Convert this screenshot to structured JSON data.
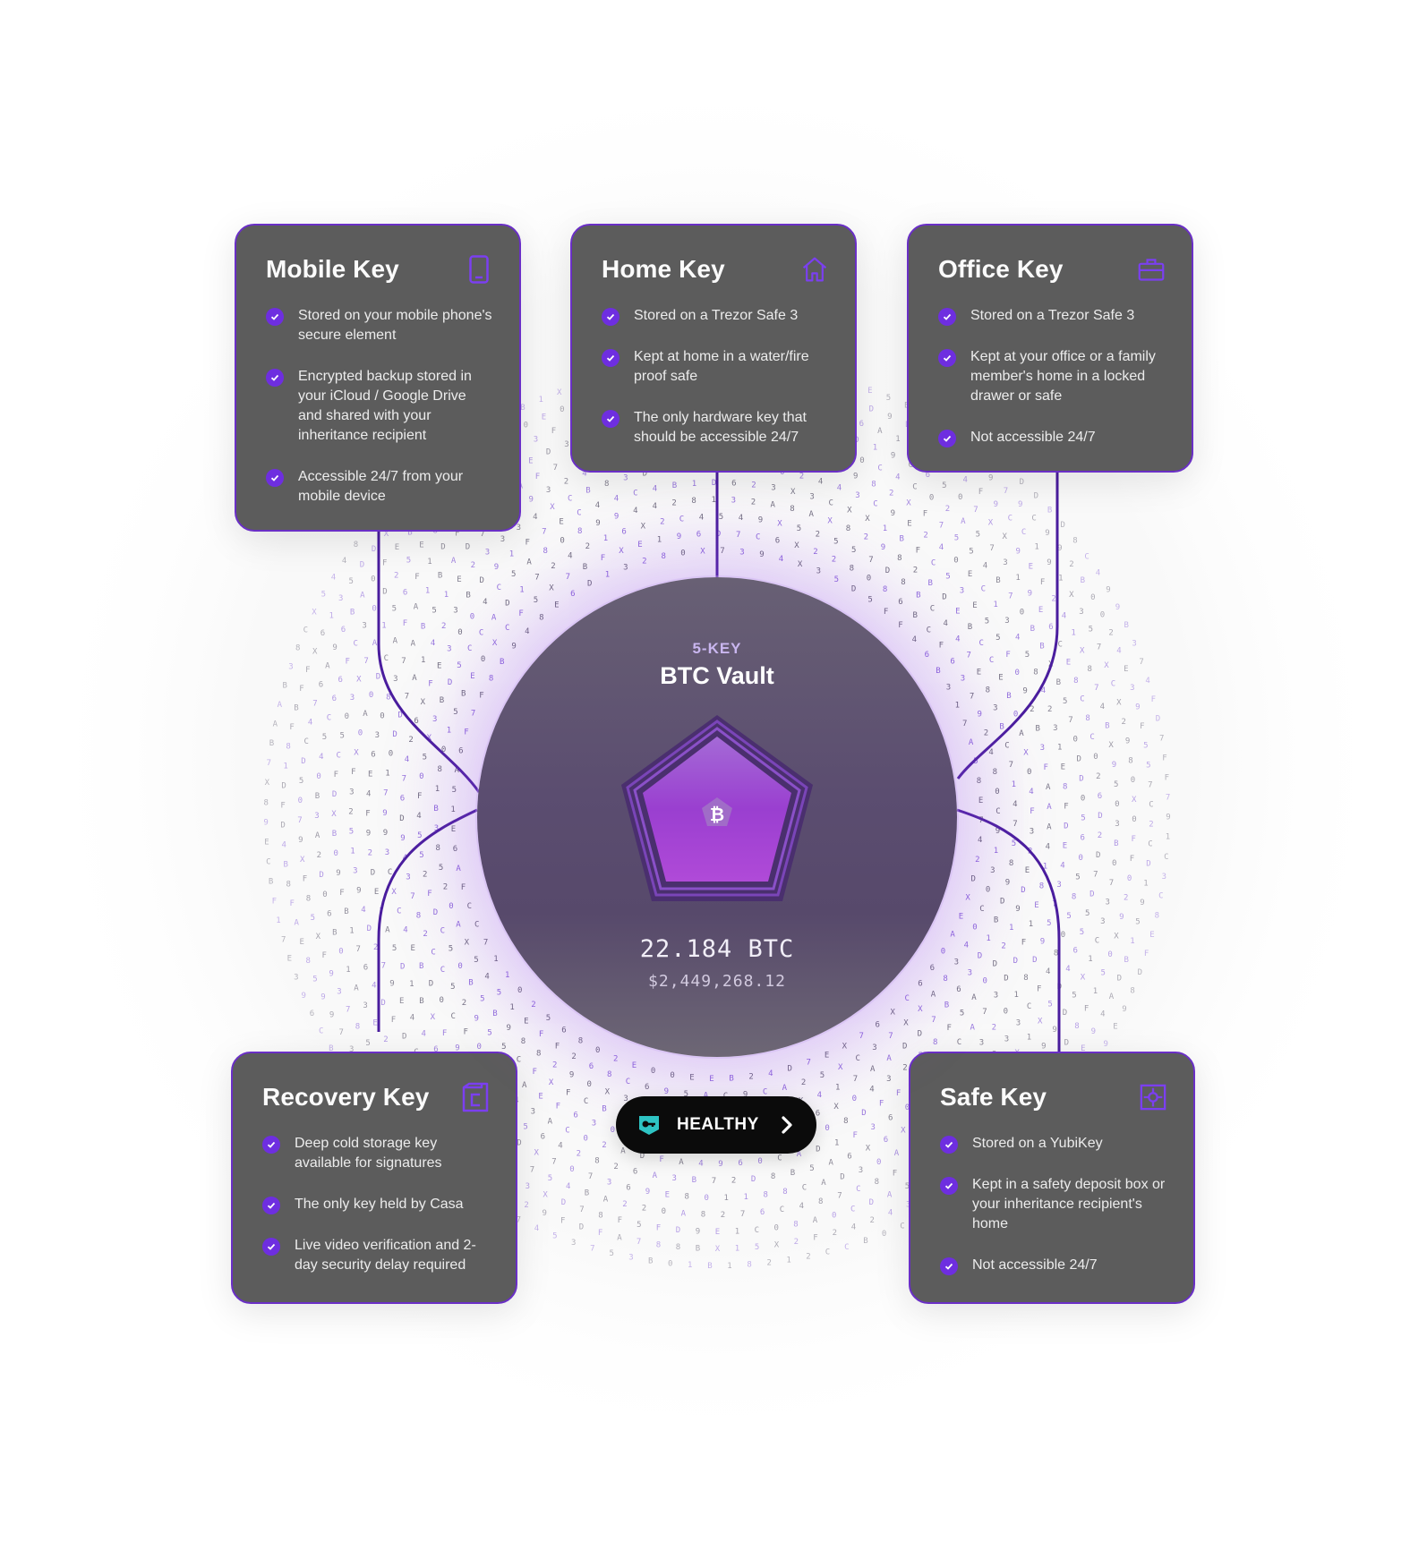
{
  "vault": {
    "subtitle": "5-KEY",
    "title": "BTC Vault",
    "btc_amount": "22.184 BTC",
    "usd_amount": "$2,449,268.12",
    "logo_icon": "bitcoin-icon"
  },
  "status": {
    "label": "HEALTHY",
    "icon": "key-health-icon",
    "chevron": "chevron-right-icon",
    "icon_color": "#2ec4c4"
  },
  "colors": {
    "accent": "#6a2fc6",
    "card_bg": "#5c5c5c",
    "check": "#6e2ee0"
  },
  "keys": [
    {
      "title": "Mobile Key",
      "icon": "mobile-phone-icon",
      "items": [
        "Stored on your mobile phone's secure element",
        "Encrypted backup stored in your iCloud / Google Drive and shared with your inheritance recipient",
        "Accessible 24/7 from your mobile device"
      ]
    },
    {
      "title": "Home Key",
      "icon": "home-icon",
      "items": [
        "Stored on a Trezor Safe 3",
        "Kept at home in a water/fire proof safe",
        "The only hardware key that should be accessible 24/7"
      ]
    },
    {
      "title": "Office Key",
      "icon": "briefcase-icon",
      "items": [
        "Stored on a Trezor Safe 3",
        "Kept at your office or a family member's home in a locked drawer or safe",
        "Not accessible 24/7"
      ]
    },
    {
      "title": "Recovery Key",
      "icon": "casa-key-icon",
      "items": [
        "Deep cold storage key available for signatures",
        "The only key held by Casa",
        "Live video verification and 2-day security delay required"
      ]
    },
    {
      "title": "Safe Key",
      "icon": "safe-icon",
      "items": [
        "Stored on a YubiKey",
        "Kept in a safety deposit box or your inheritance recipient's home",
        "Not accessible 24/7"
      ]
    }
  ]
}
